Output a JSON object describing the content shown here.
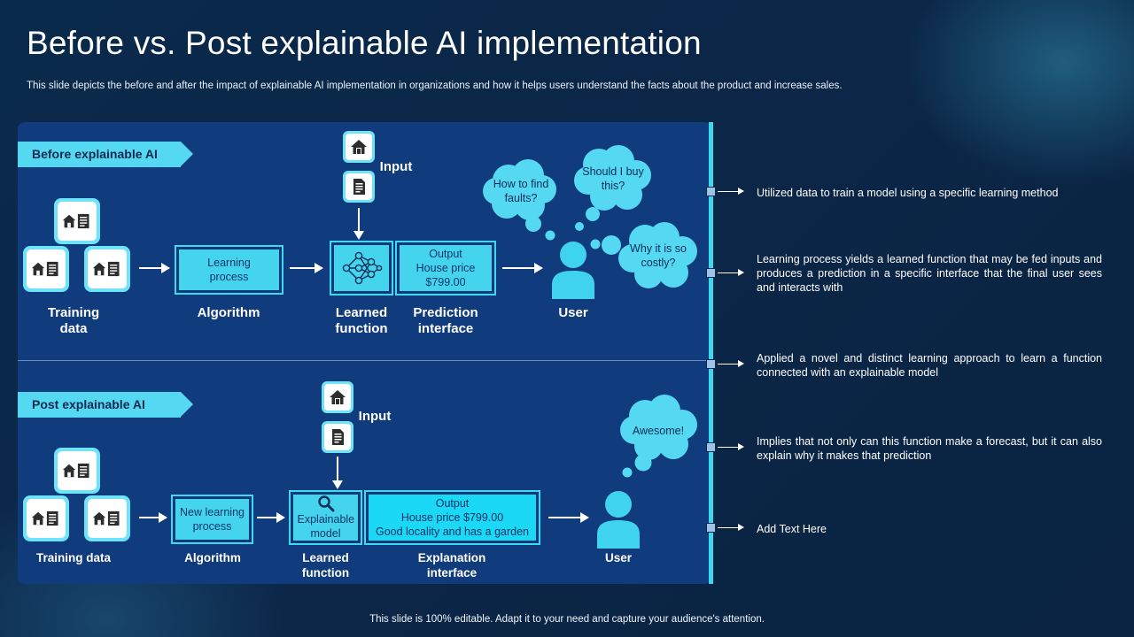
{
  "title": "Before vs. Post explainable AI implementation",
  "subtitle": "This slide depicts the before and after the impact of explainable AI implementation in organizations and how it helps users understand the facts about the product and increase sales.",
  "footer": "This slide is 100% editable. Adapt it to your need and capture your audience's attention.",
  "before": {
    "tag": "Before explainable AI",
    "input_label": "Input",
    "training_label": "Training data",
    "algorithm_box": "Learning process",
    "algorithm_label": "Algorithm",
    "learned_label": "Learned function",
    "output_line1": "Output",
    "output_line2": "House price",
    "output_line3": "$799.00",
    "prediction_label": "Prediction interface",
    "user_label": "User",
    "thoughts": [
      "How to find faults?",
      "Should I buy this?",
      "Why it is so costly?"
    ]
  },
  "post": {
    "tag": "Post  explainable AI",
    "input_label": "Input",
    "training_label": "Training data",
    "algorithm_box": "New learning process",
    "algorithm_label": "Algorithm",
    "model_box": "Explainable model",
    "learned_label": "Learned function",
    "output_line1": "Output",
    "output_line2": "House price $799.00",
    "output_line3": "Good locality and has a garden",
    "explanation_label": "Explanation interface",
    "user_label": "User",
    "thought": "Awesome!"
  },
  "notes": [
    "Utilized data to train a model using a specific learning method",
    "Learning process yields a learned function that may be fed inputs and produces a prediction in a specific interface that the final user sees and interacts with",
    "Applied a novel and distinct learning approach to learn a function connected with an explainable model",
    "Implies that not only can this function make a forecast, but it can also explain why it makes that prediction",
    "Add Text Here"
  ],
  "colors": {
    "background": "#0b2647",
    "panel": "#103b7d",
    "accent": "#55d8f2",
    "box": "#44d4ee",
    "bright_box": "#1bd9f6"
  }
}
